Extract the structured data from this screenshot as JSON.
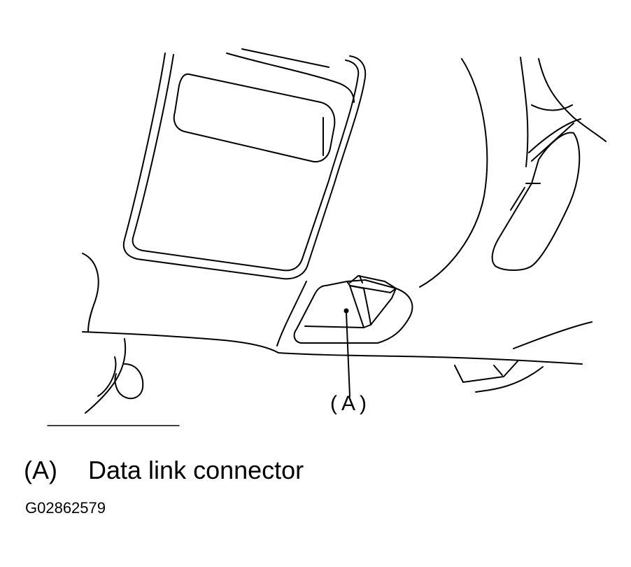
{
  "callout": {
    "marker": "(A)"
  },
  "legend": {
    "key": "(A)",
    "description": "Data link connector"
  },
  "figure_id": "G02862579"
}
